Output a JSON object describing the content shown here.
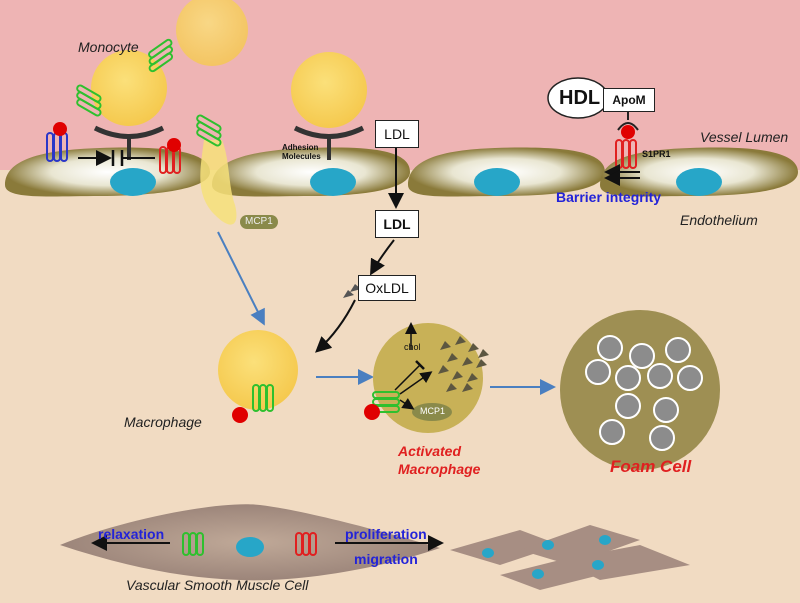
{
  "labels": {
    "monocyte": "Monocyte",
    "vessel_lumen": "Vessel Lumen",
    "endothelium": "Endothelium",
    "adhesion_molecules_line1": "Adhesion",
    "adhesion_molecules_line2": "Molecules",
    "ldl_top": "LDL",
    "ldl_mid": "LDL",
    "oxldl": "OxLDL",
    "mcp1_secreted": "MCP1",
    "mcp1_activated": "MCP1",
    "chol": "chol",
    "hdl": "HDL",
    "apom": "ApoM",
    "s1pr1": "S1PR1",
    "barrier_integrity": "Barrier integrity",
    "macrophage": "Macrophage",
    "activated_macrophage_line1": "Activated",
    "activated_macrophage_line2": "Macrophage",
    "foam_cell": "Foam Cell",
    "relaxation": "relaxation",
    "proliferation": "proliferation",
    "migration": "migration",
    "vsmc": "Vascular Smooth Muscle Cell"
  },
  "icons": {
    "s1pr1_receptor_color": "#e02020",
    "s1pr2_receptor_color": "#2a36c8",
    "s1pr3_receptor_color": "#2ec02e",
    "s1p_ligand_color": "#e00000",
    "nucleus_color": "#27a6c8",
    "monocyte_color": "#f7d56a"
  }
}
